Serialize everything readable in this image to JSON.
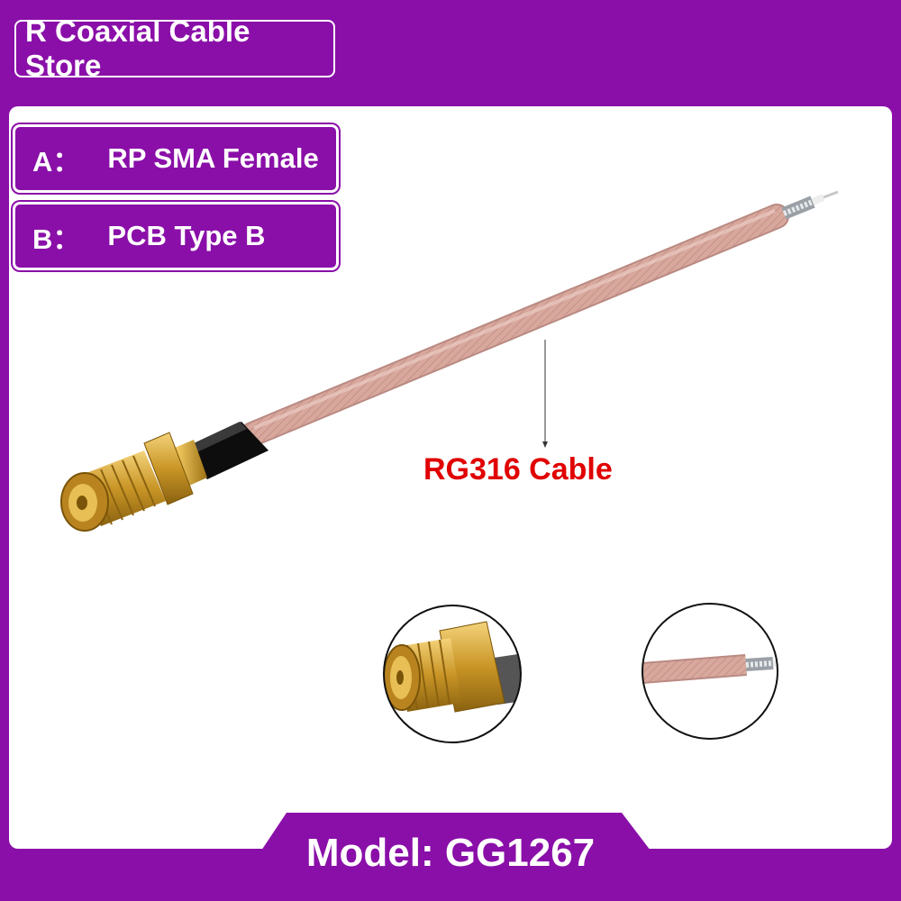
{
  "store": {
    "name": "R Coaxial Cable Store"
  },
  "specs": [
    {
      "key": "A：",
      "value": "RP SMA Female"
    },
    {
      "key": "B：",
      "value": "PCB Type B"
    }
  ],
  "callout": {
    "label": "RG316 Cable"
  },
  "model": {
    "label": "Model: GG1267"
  },
  "colors": {
    "brand_purple": "#8a0fa8",
    "cable_pink": "#d9a79e",
    "connector_gold": "#d4a536",
    "callout_red": "#e00000"
  }
}
